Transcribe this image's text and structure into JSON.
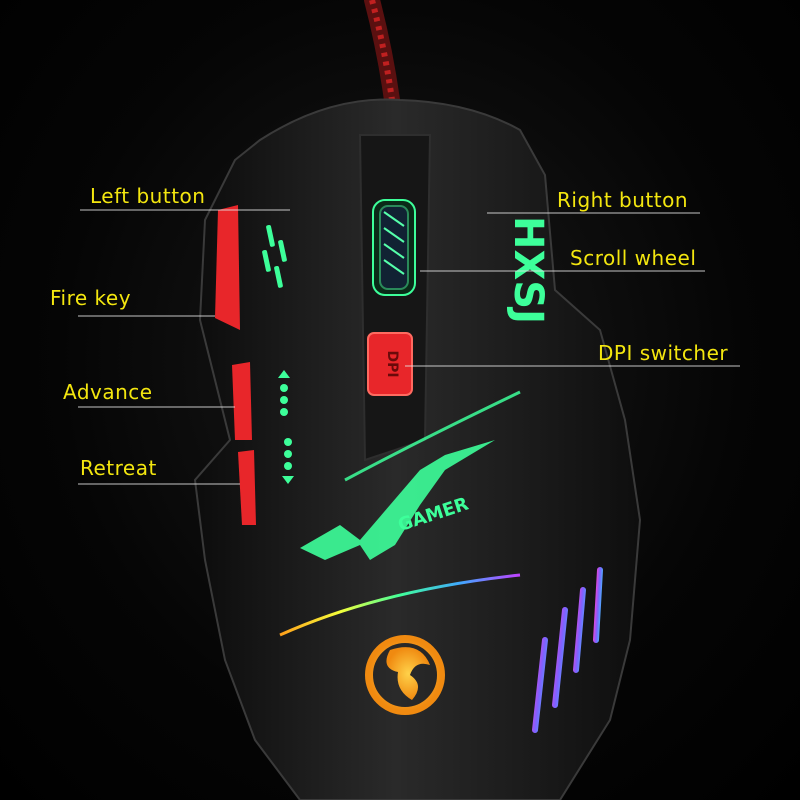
{
  "labels": {
    "left_button": "Left button",
    "fire_key": "Fire key",
    "advance": "Advance",
    "retreat": "Retreat",
    "right_button": "Right button",
    "scroll_wheel": "Scroll wheel",
    "dpi_switcher": "DPI switcher"
  },
  "device": {
    "dpi_button_text": "DPI",
    "brand_side": "HXSJ",
    "brand_logo": "GAMER"
  },
  "colors": {
    "label_yellow": "#f3e60f",
    "leader_line": "#e6e6e6",
    "button_red": "#e8262a",
    "led_green": "#3dff9a",
    "body_black": "#141414"
  },
  "icons": {
    "advance_indicator": "arrow-up-dots-icon",
    "retreat_indicator": "arrow-down-dots-icon",
    "dragon_logo": "dragon-logo-icon"
  }
}
